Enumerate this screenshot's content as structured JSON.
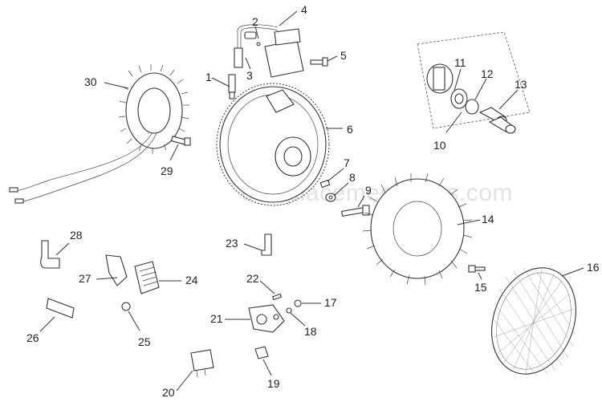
{
  "watermark": "eReplacementParts.com",
  "callouts": [
    {
      "id": "1",
      "text": "1"
    },
    {
      "id": "2",
      "text": "2"
    },
    {
      "id": "3",
      "text": "3"
    },
    {
      "id": "4",
      "text": "4"
    },
    {
      "id": "5",
      "text": "5"
    },
    {
      "id": "6",
      "text": "6"
    },
    {
      "id": "7",
      "text": "7"
    },
    {
      "id": "8",
      "text": "8"
    },
    {
      "id": "9",
      "text": "9"
    },
    {
      "id": "10",
      "text": "10"
    },
    {
      "id": "11",
      "text": "11"
    },
    {
      "id": "12",
      "text": "12"
    },
    {
      "id": "13",
      "text": "13"
    },
    {
      "id": "14",
      "text": "14"
    },
    {
      "id": "15",
      "text": "15"
    },
    {
      "id": "16",
      "text": "16"
    },
    {
      "id": "17",
      "text": "17"
    },
    {
      "id": "18",
      "text": "18"
    },
    {
      "id": "19",
      "text": "19"
    },
    {
      "id": "20",
      "text": "20"
    },
    {
      "id": "21",
      "text": "21"
    },
    {
      "id": "22",
      "text": "22"
    },
    {
      "id": "23",
      "text": "23"
    },
    {
      "id": "24",
      "text": "24"
    },
    {
      "id": "25",
      "text": "25"
    },
    {
      "id": "26",
      "text": "26"
    },
    {
      "id": "27",
      "text": "27"
    },
    {
      "id": "28",
      "text": "28"
    },
    {
      "id": "29",
      "text": "29"
    },
    {
      "id": "30",
      "text": "30"
    }
  ]
}
